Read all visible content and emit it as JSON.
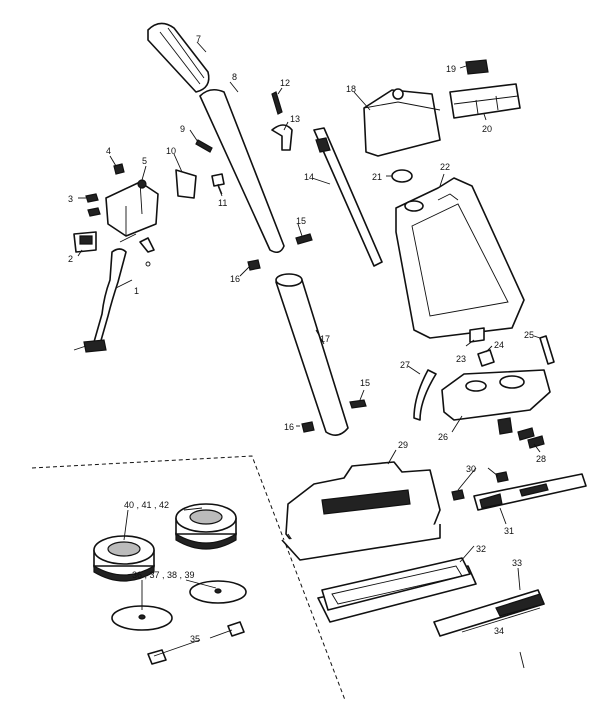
{
  "callouts": {
    "c1": "1",
    "c2": "2",
    "c3": "3",
    "c4": "4",
    "c5": "5",
    "c7": "7",
    "c8": "8",
    "c9": "9",
    "c10": "10",
    "c11": "11",
    "c12": "12",
    "c13": "13",
    "c14": "14",
    "c15a": "15",
    "c15b": "15",
    "c16a": "16",
    "c16b": "16",
    "c17": "17",
    "c18": "18",
    "c19": "19",
    "c20": "20",
    "c21": "21",
    "c22": "22",
    "c23": "23",
    "c24": "24",
    "c25": "25",
    "c26": "26",
    "c27": "27",
    "c28": "28",
    "c29": "29",
    "c30": "30",
    "c31": "31",
    "c32": "32",
    "c33": "33",
    "c34": "34",
    "c35": "35",
    "c36_39": "36 , 37 , 38 , 39",
    "c40_42": "40 , 41 , 42"
  },
  "colors": {
    "line": "#111111",
    "background": "#ffffff"
  }
}
